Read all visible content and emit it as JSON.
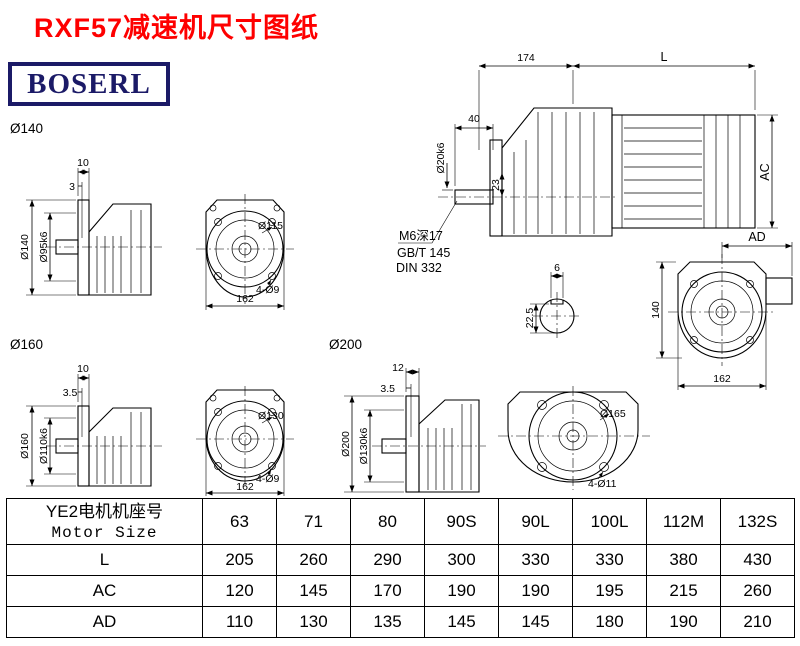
{
  "page": {
    "title": "RXF57减速机尺寸图纸",
    "logo": "BOSERL"
  },
  "colors": {
    "title": "#fe0000",
    "logo": "#1b1a67",
    "line": "#000000",
    "background": "#ffffff"
  },
  "drawing": {
    "flange140_side": {
      "label": "Ø140",
      "dim_width": "10",
      "dim_step": "3",
      "dim_outer": "Ø140",
      "dim_spigot": "Ø95k6"
    },
    "flange140_front": {
      "dim_circle": "Ø115",
      "dim_holes": "4-Ø9",
      "dim_width": "162"
    },
    "flange160_side": {
      "label": "Ø160",
      "dim_width": "10",
      "dim_step": "3.5",
      "dim_outer": "Ø160",
      "dim_spigot": "Ø110k6"
    },
    "flange160_front": {
      "dim_circle": "Ø130",
      "dim_holes": "4-Ø9",
      "dim_width": "162"
    },
    "flange200_side": {
      "label": "Ø200",
      "dim_width": "12",
      "dim_step": "3.5",
      "dim_outer": "Ø200",
      "dim_spigot": "Ø130k6"
    },
    "flange200_front": {
      "dim_circle": "Ø165",
      "dim_holes": "4-Ø11"
    },
    "main_view": {
      "dim_length_fixed": "174",
      "dim_length_var": "L",
      "dim_shaft_len": "40",
      "dim_shaft_dia": "Ø20k6",
      "dim_hub": "23",
      "dim_ac": "AC",
      "note1": "M6深17",
      "note2": "GB/T 145",
      "note3": "DIN 332"
    },
    "output_front": {
      "dim_ad": "AD",
      "dim_height": "140",
      "dim_width": "162"
    },
    "key_detail": {
      "dim_key_width": "6",
      "dim_key_depth": "22.5"
    }
  },
  "table": {
    "header_cn": "YE2电机机座号",
    "header_en": "Motor Size",
    "motor_sizes": [
      "63",
      "71",
      "80",
      "90S",
      "90L",
      "100L",
      "112M",
      "132S"
    ],
    "rows": [
      {
        "label": "L",
        "values": [
          "205",
          "260",
          "290",
          "300",
          "330",
          "330",
          "380",
          "430"
        ]
      },
      {
        "label": "AC",
        "values": [
          "120",
          "145",
          "170",
          "190",
          "190",
          "195",
          "215",
          "260"
        ]
      },
      {
        "label": "AD",
        "values": [
          "110",
          "130",
          "135",
          "145",
          "145",
          "180",
          "190",
          "210"
        ]
      }
    ]
  }
}
